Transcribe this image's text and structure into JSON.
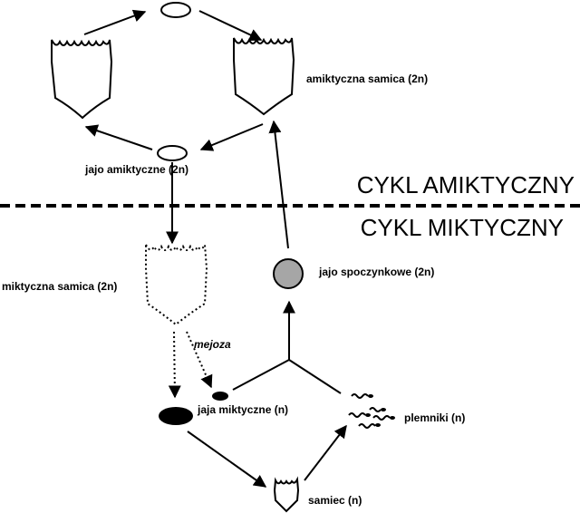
{
  "labels": {
    "amictic_female": "amiktyczna samica (2n)",
    "amictic_egg": "jajo amiktyczne (2n)",
    "amictic_cycle": "CYKL AMIKTYCZNY",
    "mictic_cycle": "CYKL MIKTYCZNY",
    "mictic_female": "miktyczna samica (2n)",
    "resting_egg": "jajo spoczynkowe (2n)",
    "meiosis": "mejoza",
    "mictic_eggs": "jaja miktyczne (n)",
    "sperm": "plemniki (n)",
    "male": "samiec (n)"
  },
  "colors": {
    "line": "#000000",
    "resting_egg_fill": "#a6a6a6",
    "mictic_egg_fill": "#000000",
    "background": "#ffffff"
  }
}
